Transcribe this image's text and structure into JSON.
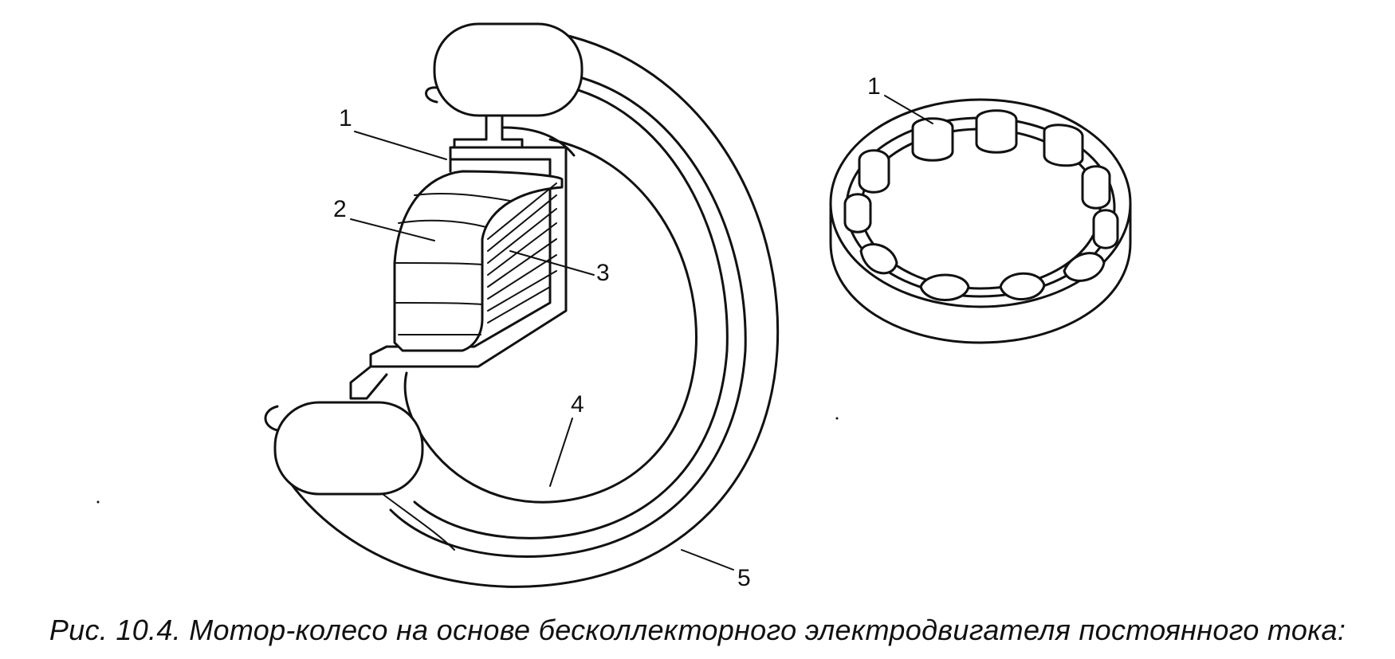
{
  "figure": {
    "caption": "Рис. 10.4. Мотор-колесо на основе бесколлекторного электродвигателя постоянного тока:",
    "labels": {
      "motor_1": "1",
      "motor_2": "2",
      "motor_3": "3",
      "motor_4": "4",
      "motor_5": "5",
      "ring_1": "1"
    }
  }
}
